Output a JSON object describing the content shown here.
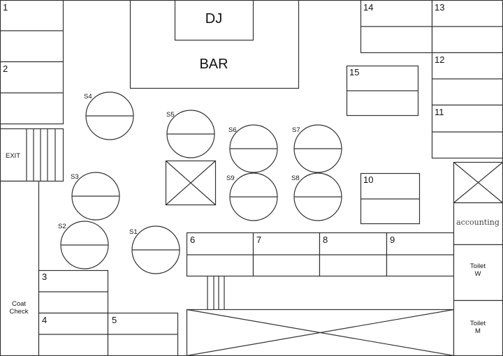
{
  "labels": {
    "dj": "DJ",
    "bar": "BAR",
    "exit": "EXIT",
    "accounting": "accounting",
    "coat_line1": "Coat",
    "coat_line2": "Check",
    "toilet_w_line1": "Toilet",
    "toilet_w_line2": "W",
    "toilet_m_line1": "Toilet",
    "toilet_m_line2": "M"
  },
  "booths": {
    "b1": "1",
    "b2": "2",
    "b3": "3",
    "b4": "4",
    "b5": "5",
    "b6": "6",
    "b7": "7",
    "b8": "8",
    "b9": "9",
    "b10": "10",
    "b11": "11",
    "b12": "12",
    "b13": "13",
    "b14": "14",
    "b15": "15"
  },
  "stands": {
    "s1": "S1",
    "s2": "S2",
    "s3": "S3",
    "s4": "S4",
    "s5": "S5",
    "s6": "S6",
    "s7": "S7",
    "s8": "S8",
    "s9": "S9"
  }
}
